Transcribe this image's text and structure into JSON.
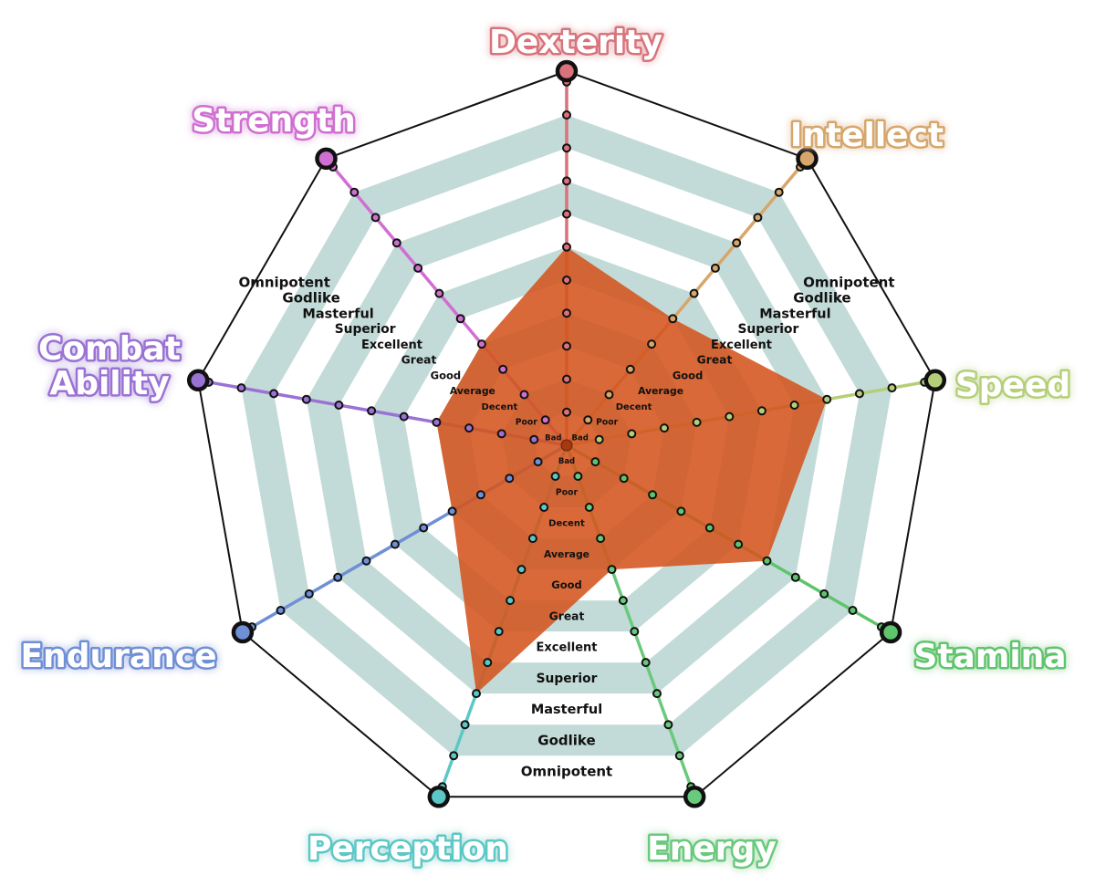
{
  "chart_data": {
    "type": "radar",
    "levels": [
      "Bad",
      "Poor",
      "Decent",
      "Average",
      "Good",
      "Great",
      "Excellent",
      "Superior",
      "Masterful",
      "Godlike",
      "Omnipotent"
    ],
    "max_level": 11,
    "axes": [
      {
        "name": "Dexterity",
        "lines": [
          "Dexterity"
        ],
        "color": "#d9727a",
        "value": 6
      },
      {
        "name": "Intellect",
        "lines": [
          "Intellect"
        ],
        "color": "#d6a66a",
        "value": 5
      },
      {
        "name": "Speed",
        "lines": [
          "Speed"
        ],
        "color": "#b5cf78",
        "value": 8
      },
      {
        "name": "Stamina",
        "lines": [
          "Stamina"
        ],
        "color": "#5fc56c",
        "value": 7
      },
      {
        "name": "Energy",
        "lines": [
          "Energy"
        ],
        "color": "#69c97c",
        "value": 4
      },
      {
        "name": "Perception",
        "lines": [
          "Perception"
        ],
        "color": "#5cc8c6",
        "value": 8
      },
      {
        "name": "Endurance",
        "lines": [
          "Endurance"
        ],
        "color": "#6f8fd6",
        "value": 4
      },
      {
        "name": "Combat Ability",
        "lines": [
          "Combat",
          "Ability"
        ],
        "color": "#9a72d4",
        "value": 4
      },
      {
        "name": "Strength",
        "lines": [
          "Strength"
        ],
        "color": "#cf6fd1",
        "value": 4
      }
    ],
    "fill_color": "#d4541e",
    "band_color": "#c3dbd8"
  }
}
